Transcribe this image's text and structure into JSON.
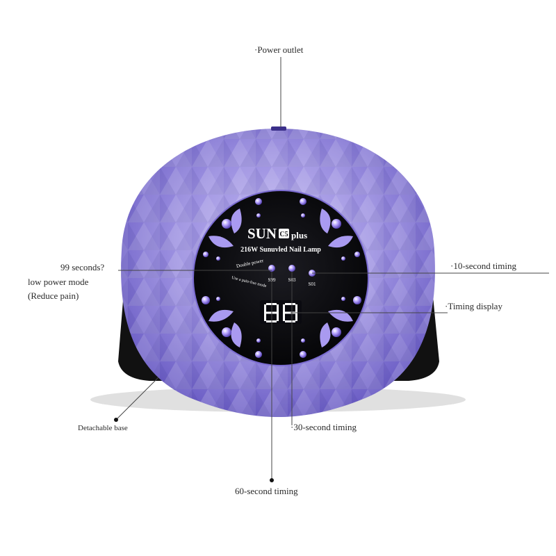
{
  "device": {
    "brand": "SUN",
    "badge": "C5",
    "suffix": "plus",
    "model": "216W Sunuvled Nail Lamp",
    "timer_display": "88",
    "side_text_top": "Double power",
    "side_text_bottom": "Use a pain-free mode",
    "buttons": [
      "S99",
      "S03",
      "S01"
    ],
    "body_color": "#9b8fe0",
    "panel_color": "#101014",
    "accent_color": "#b9a6ff"
  },
  "callouts": {
    "power_outlet": "·Power outlet",
    "seconds_99": "99 seconds?",
    "low_power": "low power mode",
    "reduce_pain": "(Reduce pain)",
    "ten_second": "·10-second timing",
    "timing_display": "·Timing display",
    "detachable_base": "Detachable base",
    "thirty_second": "·30-second timing",
    "sixty_second": "60-second timing"
  }
}
